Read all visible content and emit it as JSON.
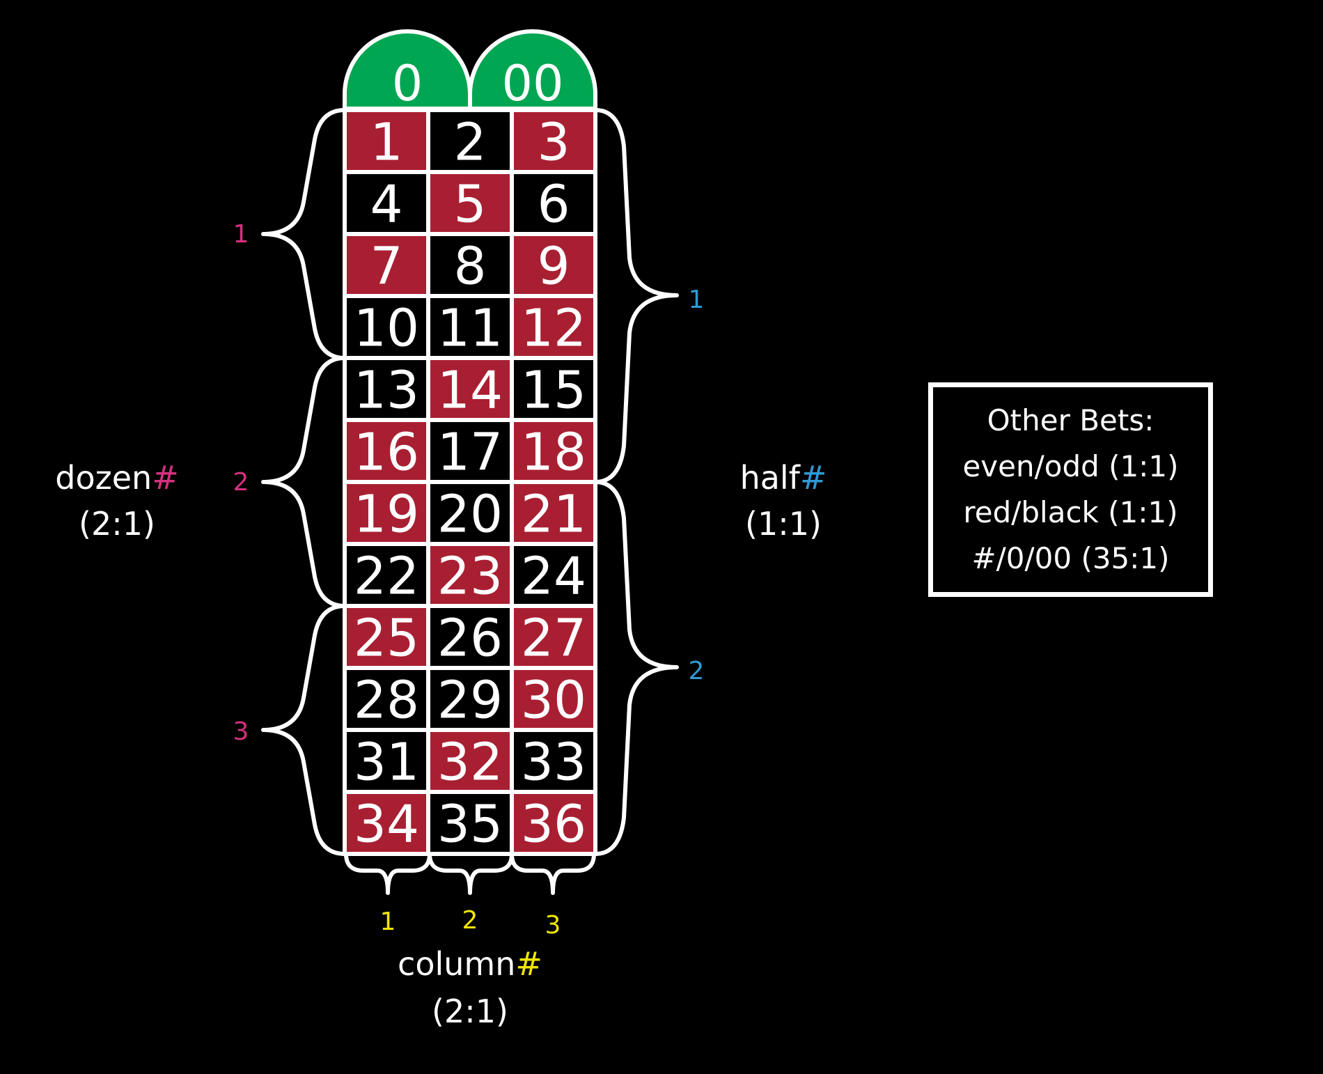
{
  "table": {
    "zeros": [
      "0",
      "00"
    ],
    "numbers": [
      [
        "1",
        "2",
        "3"
      ],
      [
        "4",
        "5",
        "6"
      ],
      [
        "7",
        "8",
        "9"
      ],
      [
        "10",
        "11",
        "12"
      ],
      [
        "13",
        "14",
        "15"
      ],
      [
        "16",
        "17",
        "18"
      ],
      [
        "19",
        "20",
        "21"
      ],
      [
        "22",
        "23",
        "24"
      ],
      [
        "25",
        "26",
        "27"
      ],
      [
        "28",
        "29",
        "30"
      ],
      [
        "31",
        "32",
        "33"
      ],
      [
        "34",
        "35",
        "36"
      ]
    ],
    "red_numbers": [
      1,
      3,
      5,
      7,
      9,
      12,
      14,
      16,
      18,
      19,
      21,
      23,
      25,
      27,
      30,
      32,
      34,
      36
    ]
  },
  "colors": {
    "red": "#a91f32",
    "black": "#000000",
    "green": "#00a651",
    "dozen_accent": "#d4317f",
    "half_accent": "#2f9ad4",
    "column_accent": "#f2e600"
  },
  "labels": {
    "dozen": {
      "word": "dozen",
      "hash": "#",
      "payout": "(2:1)",
      "indices": [
        "1",
        "2",
        "3"
      ]
    },
    "half": {
      "word": "half",
      "hash": "#",
      "payout": "(1:1)",
      "indices": [
        "1",
        "2"
      ]
    },
    "column": {
      "word": "column",
      "hash": "#",
      "payout": "(2:1)",
      "indices": [
        "1",
        "2",
        "3"
      ]
    }
  },
  "other_bets": {
    "title": "Other Bets:",
    "lines": [
      "even/odd (1:1)",
      "red/black (1:1)",
      "#/0/00 (35:1)"
    ]
  }
}
